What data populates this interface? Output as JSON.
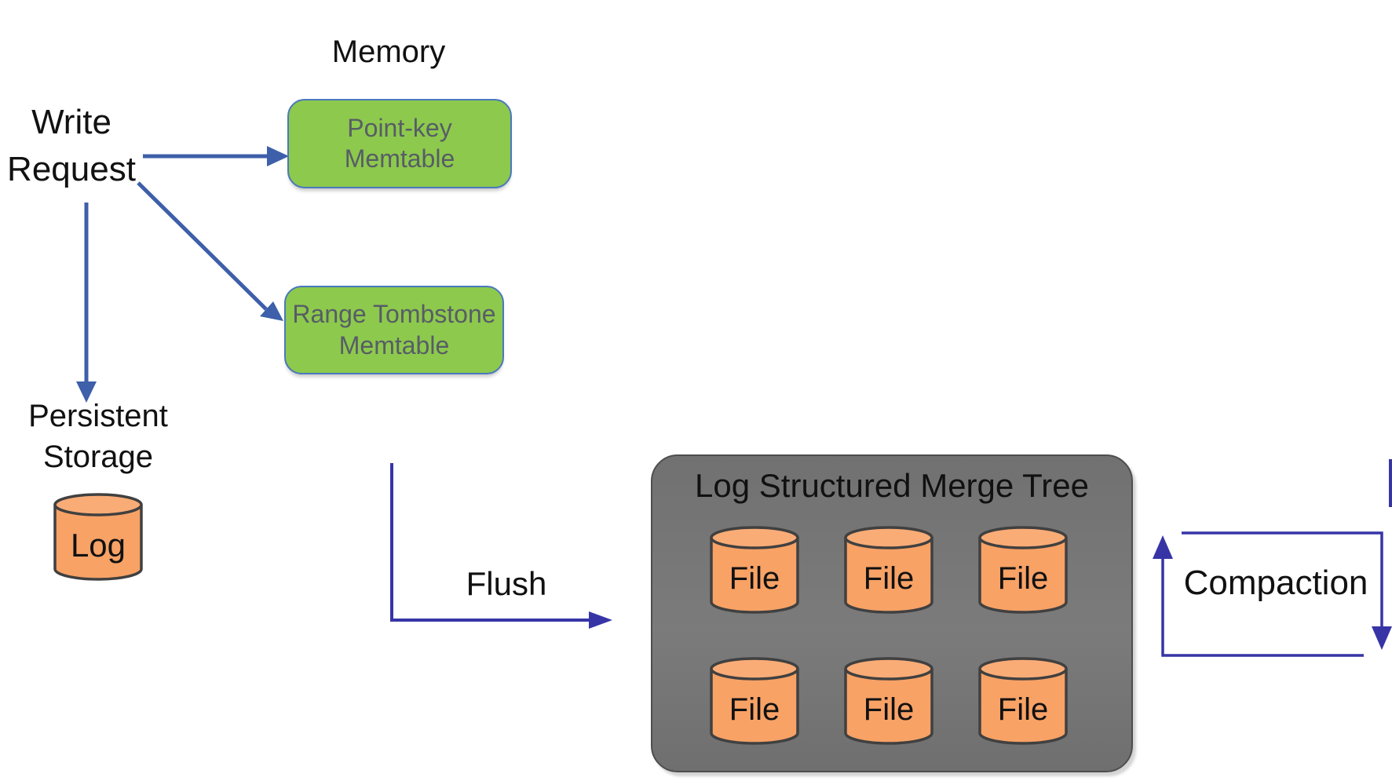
{
  "diagram": {
    "memory_label": "Memory",
    "write_request_label": "Write\nRequest",
    "persistent_storage_label": "Persistent\nStorage",
    "flush_label": "Flush",
    "compaction_label": "Compaction",
    "log_cylinder_label": "Log",
    "memtables": {
      "point_key": "Point-key\nMemtable",
      "range_tombstone": "Range Tombstone\nMemtable"
    },
    "lsm_box": {
      "title": "Log Structured Merge Tree",
      "file_labels": [
        "File",
        "File",
        "File",
        "File",
        "File",
        "File"
      ]
    },
    "colors": {
      "arrow_blue": "#3E5FA9",
      "loop_indigo": "#3735A6",
      "memtable_green": "#8DC94D",
      "memtable_border": "#4A78BE",
      "memtable_text": "#575D66",
      "cylinder_orange": "#F8A266",
      "cylinder_orange_top": "#FAAC77",
      "cylinder_outline": "#404040",
      "lsm_gray": "#767676",
      "text_black": "#111111"
    }
  }
}
